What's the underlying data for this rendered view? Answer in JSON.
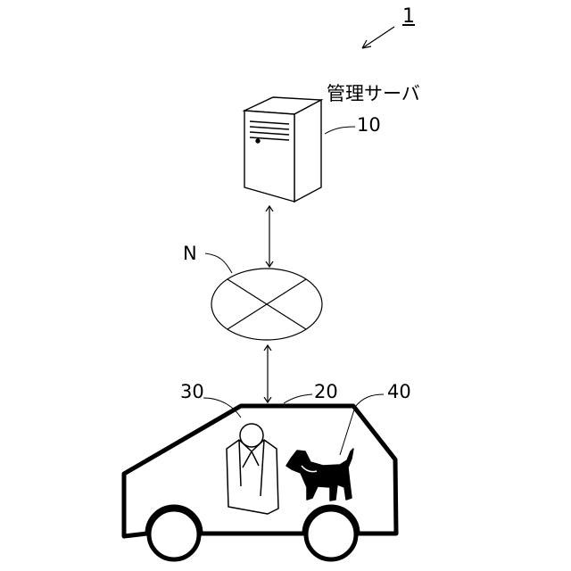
{
  "labels": {
    "system_ref": "1",
    "server_name": "管理サーバ",
    "server_ref": "10",
    "network_ref": "N",
    "occupant_ref": "30",
    "vehicle_ref": "20",
    "pet_ref": "40"
  },
  "colors": {
    "line": "#000000",
    "background": "#ffffff"
  },
  "icons": {
    "server": "server-tower-icon",
    "network": "network-ellipse-icon",
    "vehicle": "car-icon",
    "occupant": "person-icon",
    "pet": "dog-icon"
  }
}
